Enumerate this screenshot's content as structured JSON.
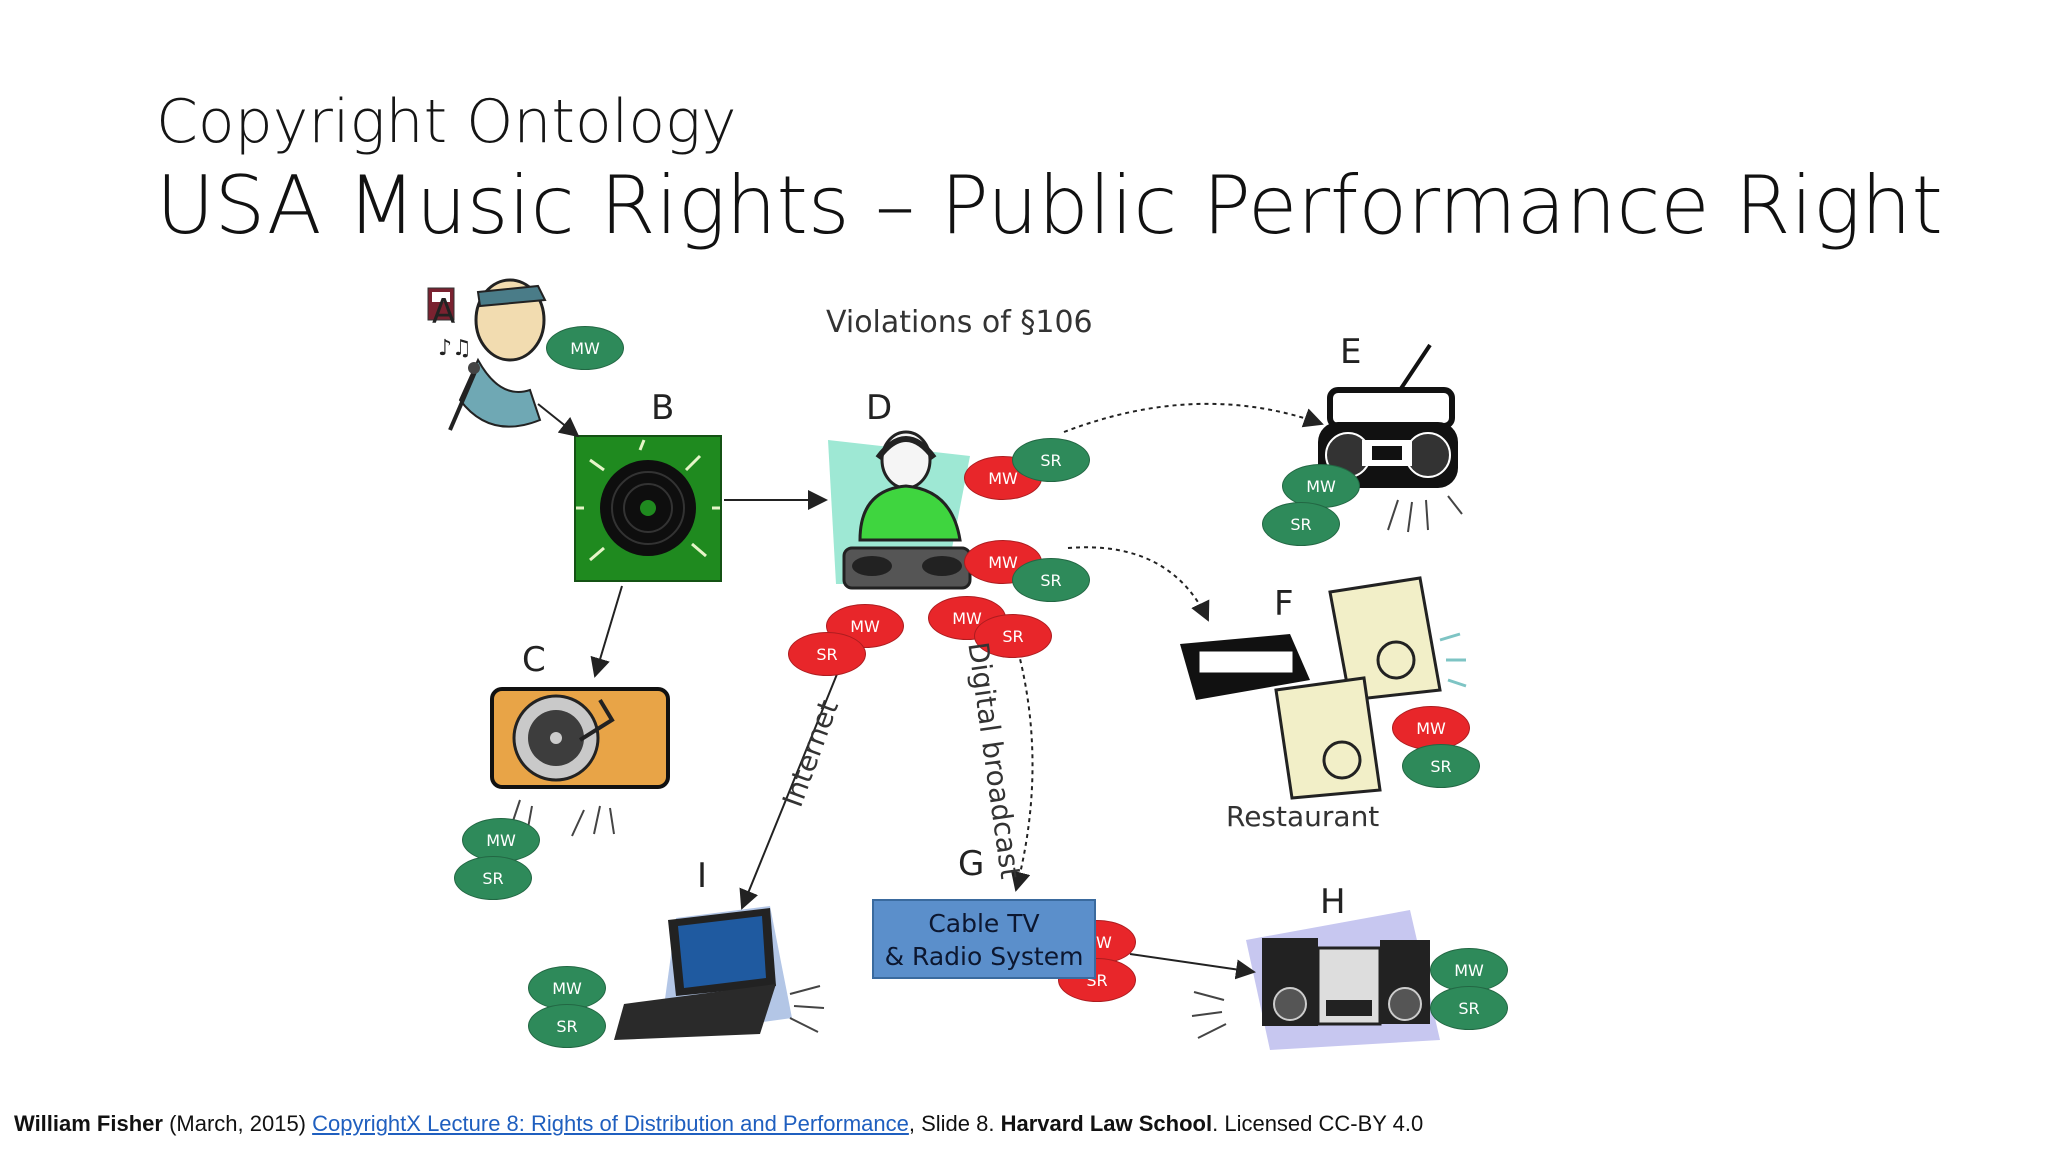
{
  "header": {
    "subtitle": "Copyright Ontology",
    "title": "USA Music Rights – Public Performance Right"
  },
  "diagram": {
    "heading": "Violations of §106",
    "nodes": [
      {
        "letter": "A",
        "icon": "singer-icon"
      },
      {
        "letter": "B",
        "icon": "vinyl-record-icon"
      },
      {
        "letter": "C",
        "icon": "turntable-icon"
      },
      {
        "letter": "D",
        "icon": "dj-icon"
      },
      {
        "letter": "E",
        "icon": "boombox-icon"
      },
      {
        "letter": "F",
        "icon": "cd-player-icon"
      },
      {
        "letter": "G",
        "icon": "cable-box"
      },
      {
        "letter": "H",
        "icon": "stereo-system-icon"
      },
      {
        "letter": "I",
        "icon": "laptop-icon"
      }
    ],
    "ovals": {
      "mw": "MW",
      "sr": "SR"
    },
    "labels": {
      "internet": "Internet",
      "digital_broadcast": "Digital broadcast",
      "restaurant": "Restaurant",
      "cable_line1": "Cable TV",
      "cable_line2": "& Radio System"
    },
    "colors": {
      "green": "#2e8a5a",
      "red": "#e8262a",
      "cable": "#5b8fcb",
      "record_bg": "#1f8a1f"
    }
  },
  "footer": {
    "author": "William Fisher",
    "date": " (March, 2015) ",
    "link_text": "CopyrightX Lecture 8: Rights of Distribution and Performance",
    "slide": ", Slide 8. ",
    "school": "Harvard Law School",
    "license": ". Licensed CC-BY 4.0"
  }
}
